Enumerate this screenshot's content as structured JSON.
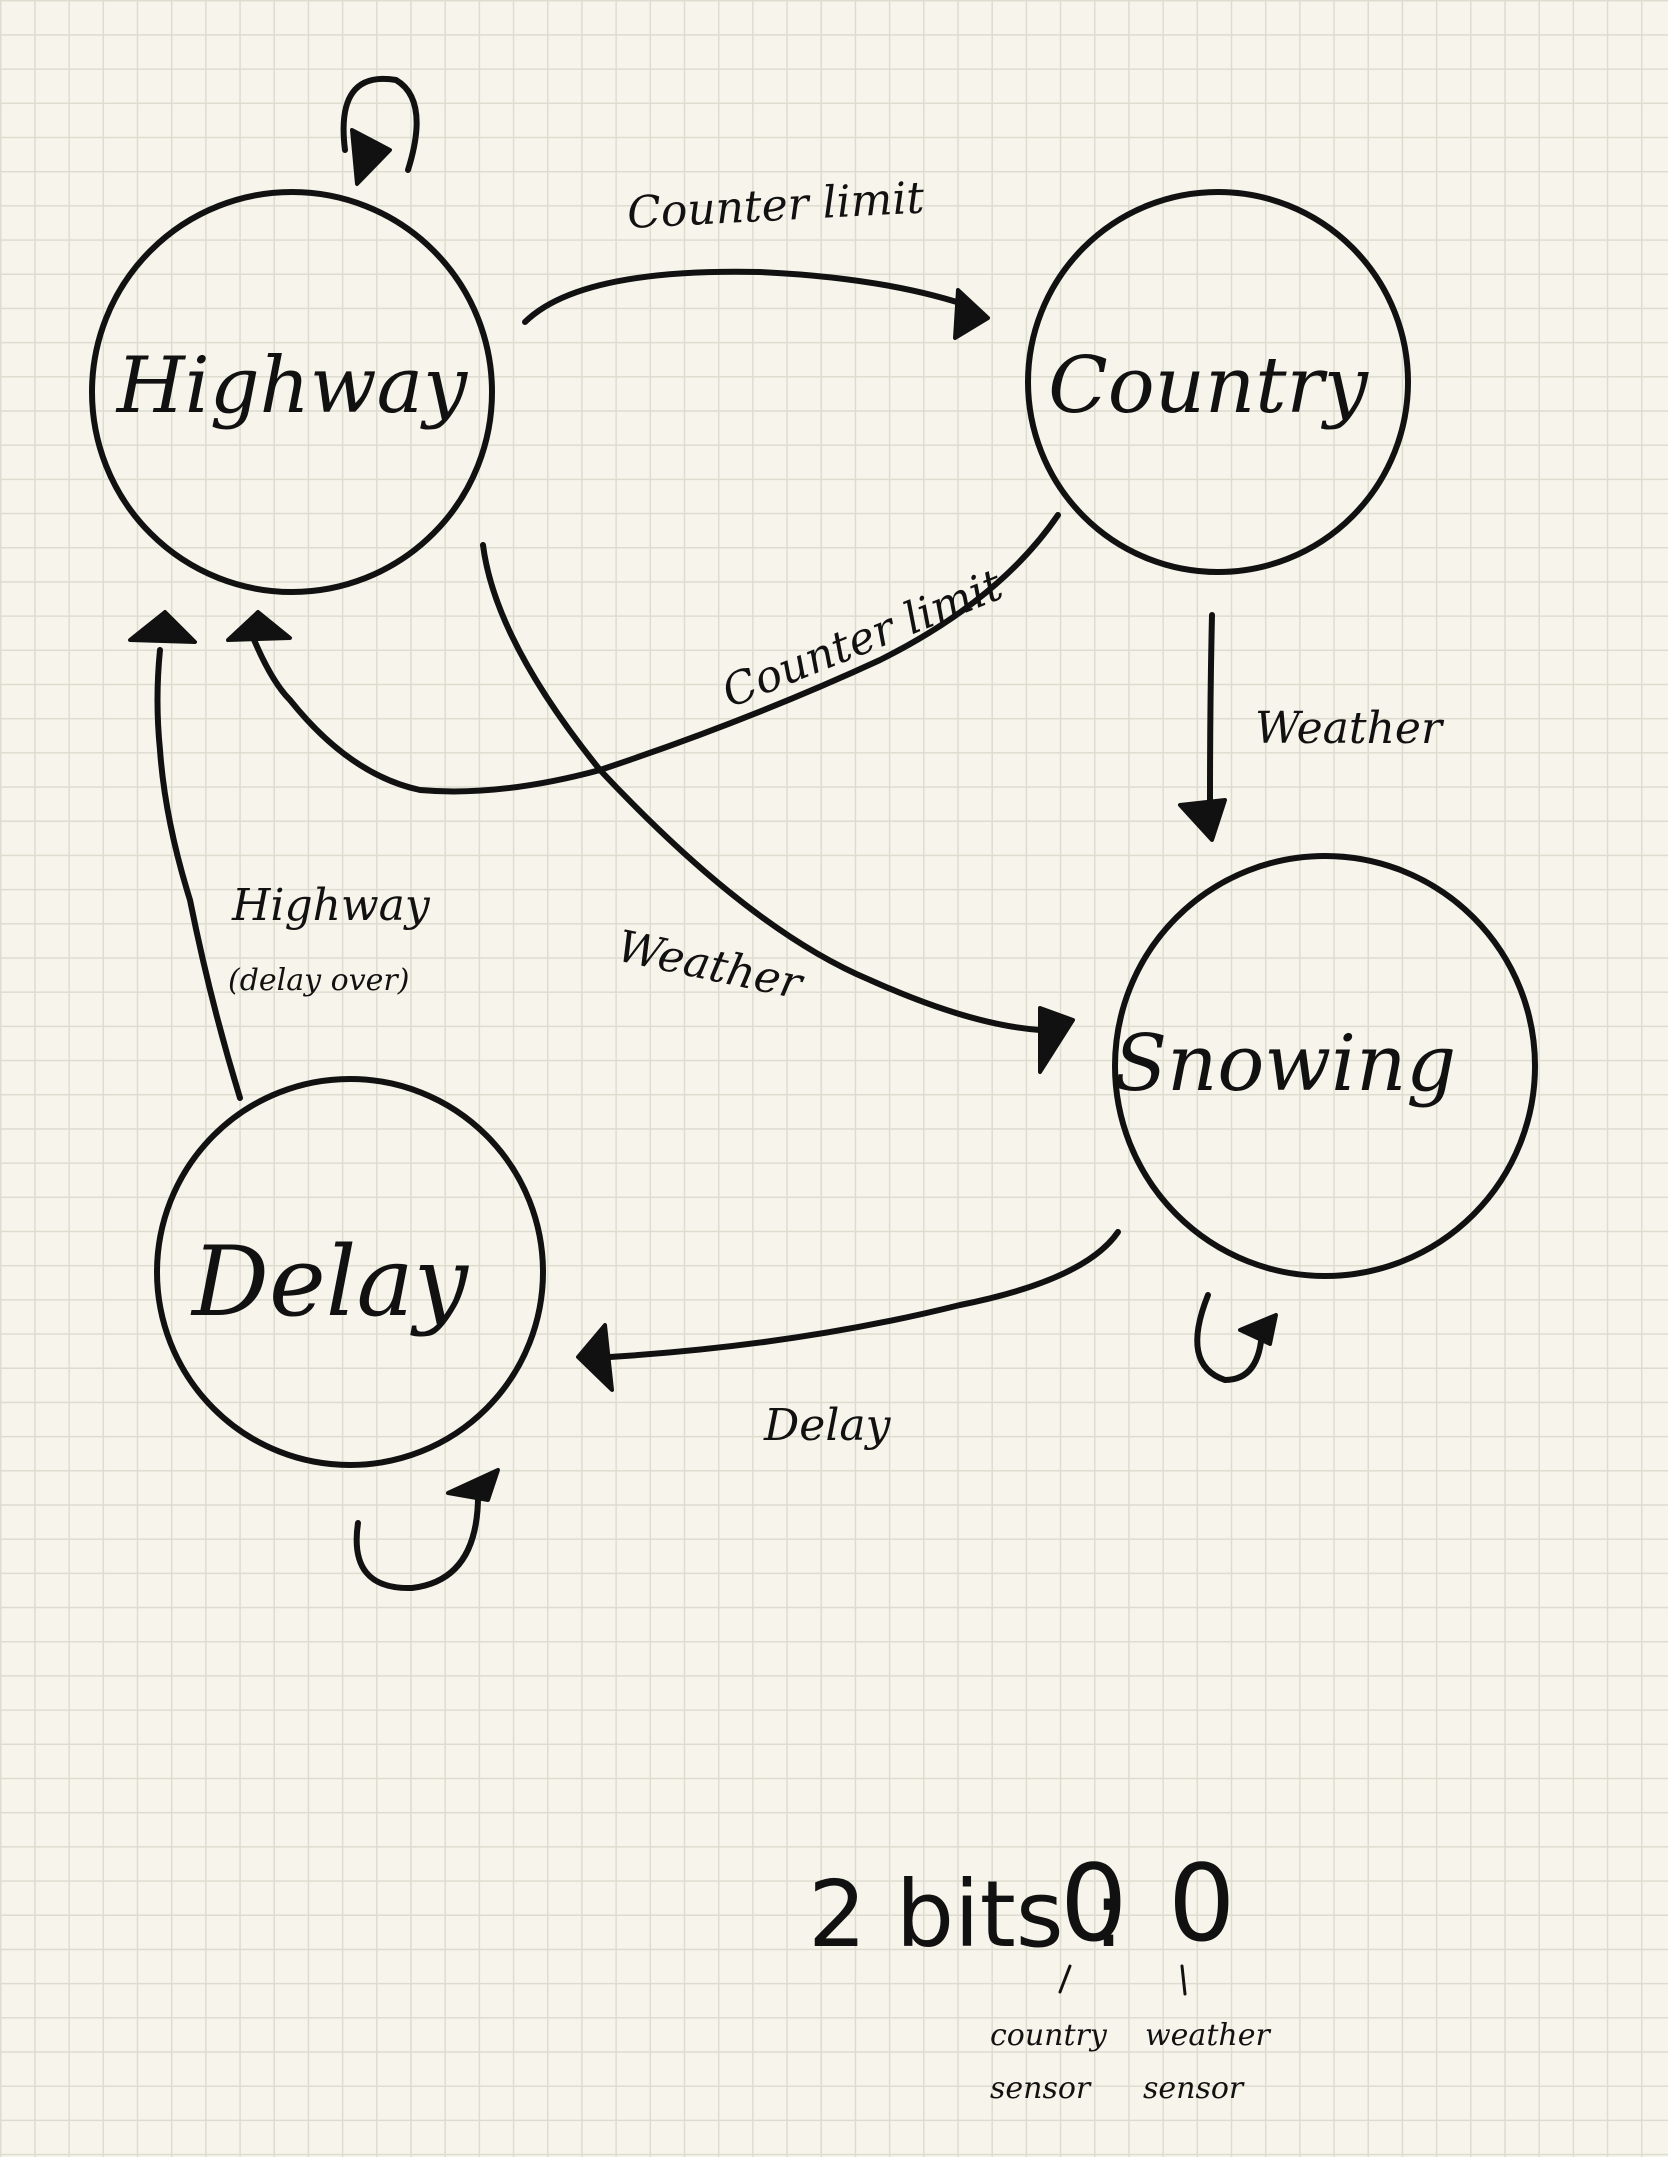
{
  "states": {
    "highway": "Highway",
    "country": "Country",
    "snowing": "Snowing",
    "delay": "Delay"
  },
  "transitions": {
    "highway_to_country": "Counter limit",
    "country_to_highway": "Counter limit",
    "country_to_snowing": "Weather",
    "highway_to_snowing": "Weather",
    "snowing_to_delay": "Delay",
    "delay_to_highway_line1": "Highway",
    "delay_to_highway_line2": "(delay over)"
  },
  "encoding": {
    "label": "2 bits :",
    "bit1": "0",
    "bit2": "0",
    "bit1_caption_line1": "country",
    "bit1_caption_line2": "sensor",
    "bit2_caption_line1": "weather",
    "bit2_caption_line2": "sensor"
  }
}
